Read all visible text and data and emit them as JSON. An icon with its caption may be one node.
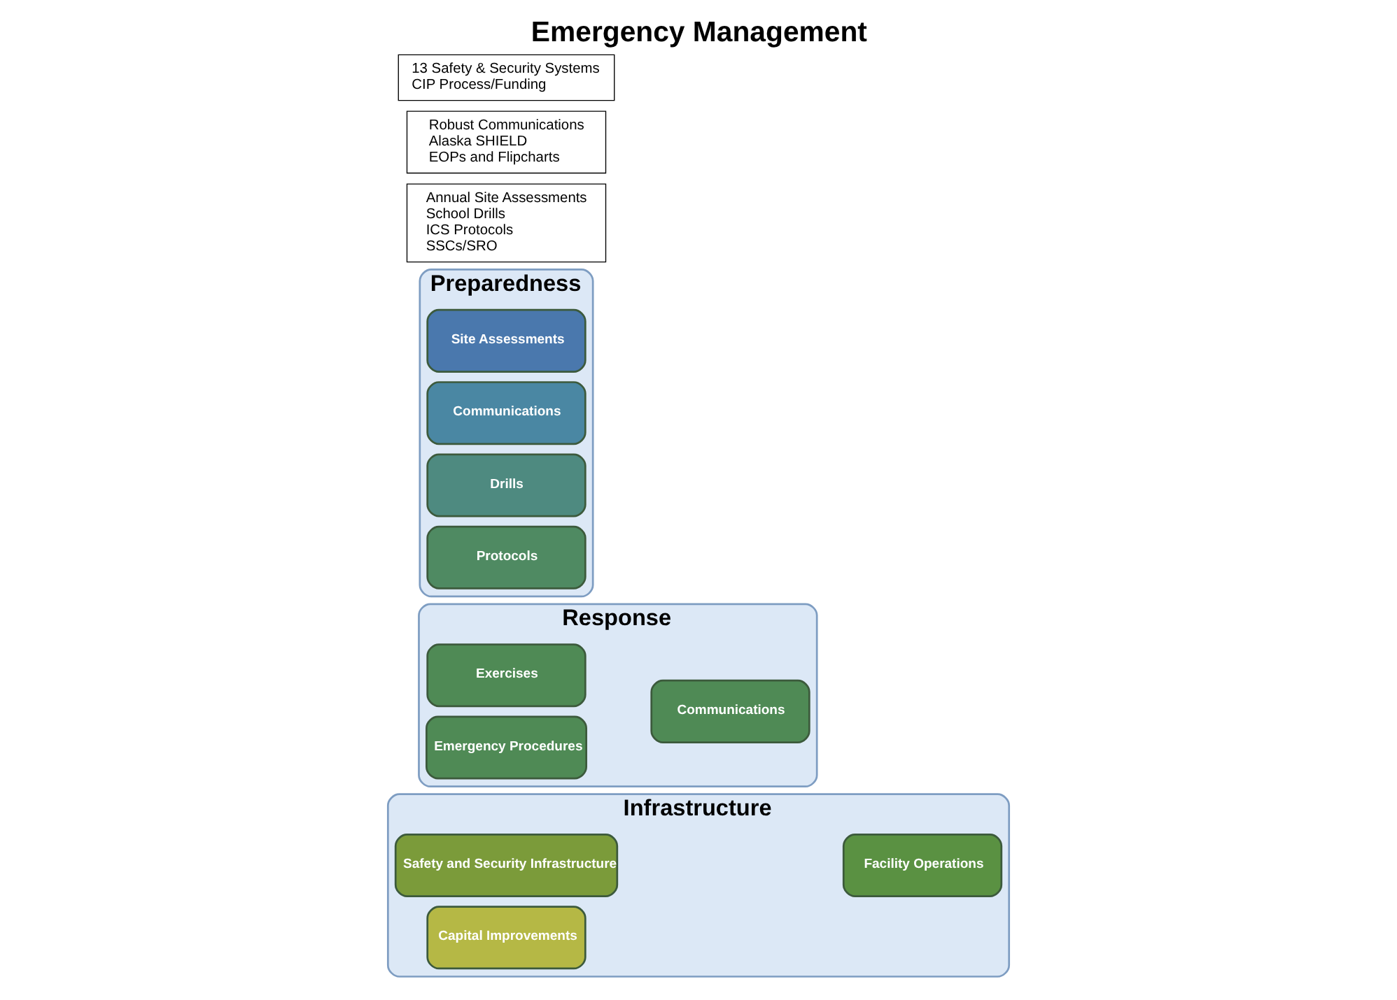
{
  "diagram": {
    "title": "Emergency Management",
    "nodes": [
      {
        "text": [
          "Preparedness"
        ]
      },
      {
        "text": [
          "Site Assessments"
        ],
        "in": 0
      },
      {
        "text": [
          "Communications"
        ],
        "in": 0
      },
      {
        "text": [
          "Drills"
        ],
        "in": 0
      },
      {
        "text": [
          "Protocols"
        ],
        "in": 0
      },
      {
        "text": [
          "Annual Site Assessments",
          "School Drills",
          "ICS Protocols",
          "SSCs/SRO"
        ]
      },
      {
        "text": [
          "Response"
        ]
      },
      {
        "text": [
          "Communications"
        ],
        "in": 6
      },
      {
        "text": [
          "Exercises"
        ],
        "in": 6
      },
      {
        "text": [
          "Emergency Procedures"
        ],
        "in": 6
      },
      {
        "text": [
          "Robust Communications",
          "Alaska SHIELD",
          "EOPs and Flipcharts"
        ]
      },
      {
        "text": [
          "Infrastructure"
        ]
      },
      {
        "text": [
          "Facility Operations"
        ],
        "in": 11
      },
      {
        "text": [
          "Safety and Security Infrastructure"
        ],
        "in": 11
      },
      {
        "text": [
          "Capital Improvements"
        ],
        "in": 11
      },
      {
        "text": [
          "13 Safety & Security Systems",
          "CIP Process/Funding"
        ]
      }
    ],
    "edges": []
  }
}
